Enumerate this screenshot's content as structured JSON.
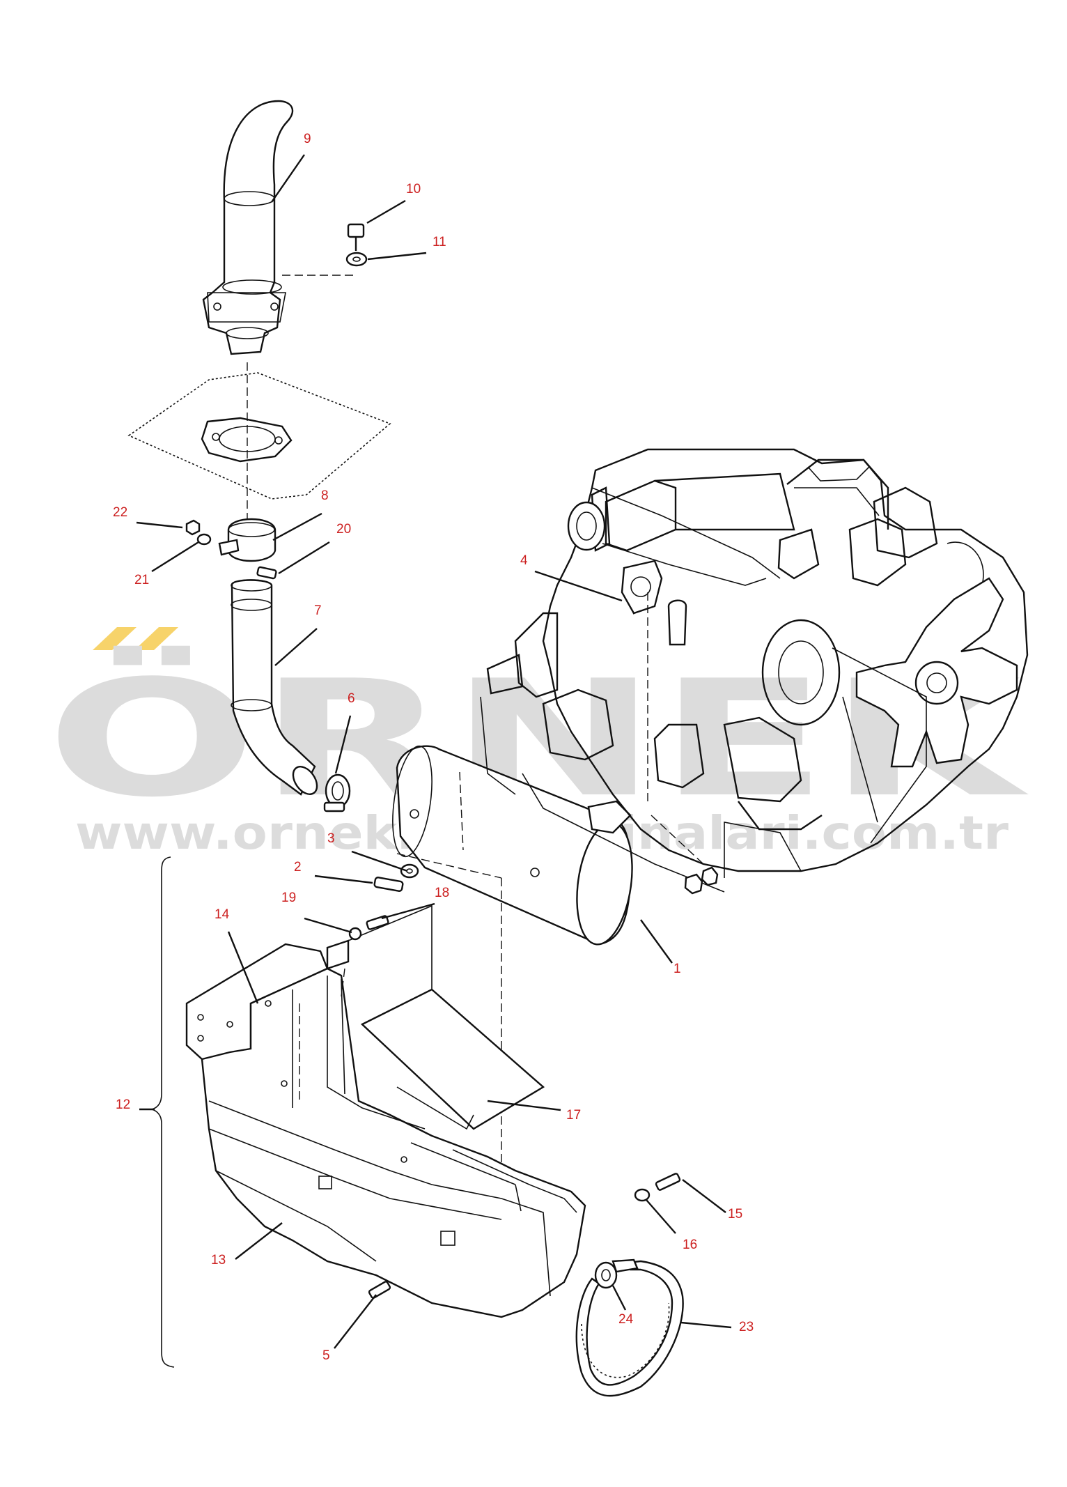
{
  "watermark": {
    "logo_text": "ÖRNEK",
    "url_text": "www.ornekisinmakinalari.com.tr",
    "color": "#dcdcdc",
    "accent_color": "#f7d36a"
  },
  "callout_color": "#cc1f1f",
  "callouts": [
    "1",
    "2",
    "3",
    "4",
    "5",
    "6",
    "7",
    "8",
    "9",
    "10",
    "11",
    "12",
    "13",
    "14",
    "15",
    "16",
    "17",
    "18",
    "19",
    "20",
    "21",
    "22",
    "23",
    "24"
  ]
}
